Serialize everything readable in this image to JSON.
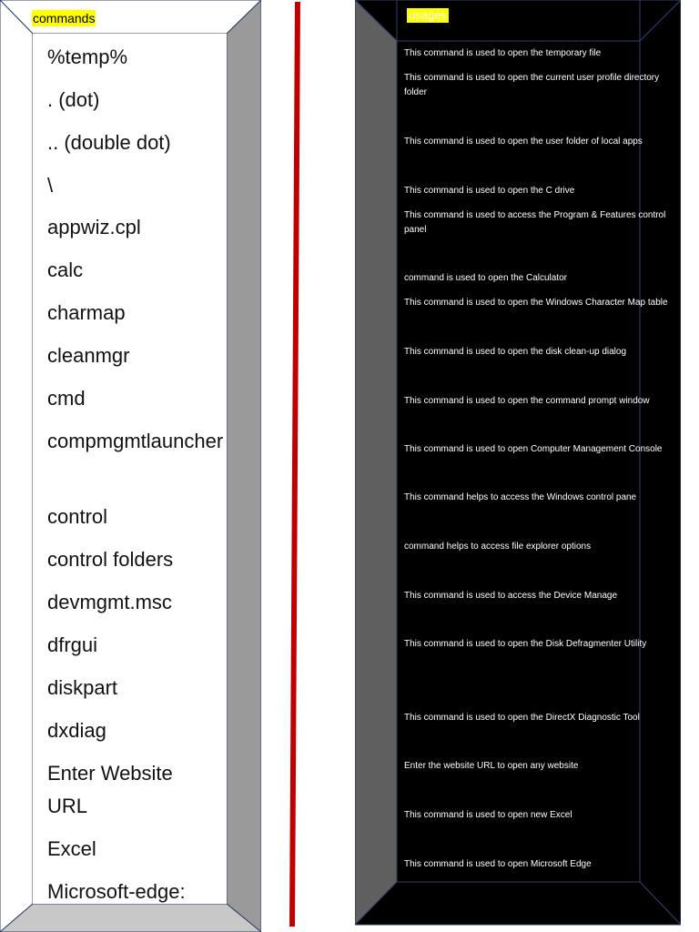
{
  "left_panel": {
    "title": "commands",
    "items": [
      "%temp%",
      ". (dot)",
      ".. (double dot)",
      "\\",
      "appwiz.cpl",
      "calc",
      "charmap",
      "cleanmgr",
      "cmd",
      "compmgmtlauncher",
      "control",
      "control folders",
      "devmgmt.msc",
      "dfrgui",
      "diskpart",
      "dxdiag",
      "Enter Website URL",
      "Excel",
      "Microsoft-edge:"
    ]
  },
  "right_panel": {
    "title": "usages",
    "items": [
      "This command is used to open the temporary file",
      "This command is used to open the current user profile directory folder",
      "This command is used to open the user folder of local apps",
      "This command is used to open the C drive",
      "This command is used to access the Program & Features control panel",
      "command is used to open the Calculator",
      "This command is used to open the Windows Character Map table",
      "This command is used to open the disk clean-up dialog",
      "This command is used to open the command prompt window",
      "This command is used to open Computer Management Console",
      "This command helps to access the Windows control pane",
      "command helps to access file explorer options",
      "This command is used to access the Device Manage",
      "This command is used to open the Disk Defragmenter Utility",
      "This command is used to open the DirectX Diagnostic Tool",
      "Enter the website URL to open any website",
      "This command is used to open new Excel",
      "This command is used to open Microsoft Edge"
    ]
  },
  "colors": {
    "highlight": "#ffff00",
    "divider": "#c00000",
    "right_background": "#000000"
  }
}
